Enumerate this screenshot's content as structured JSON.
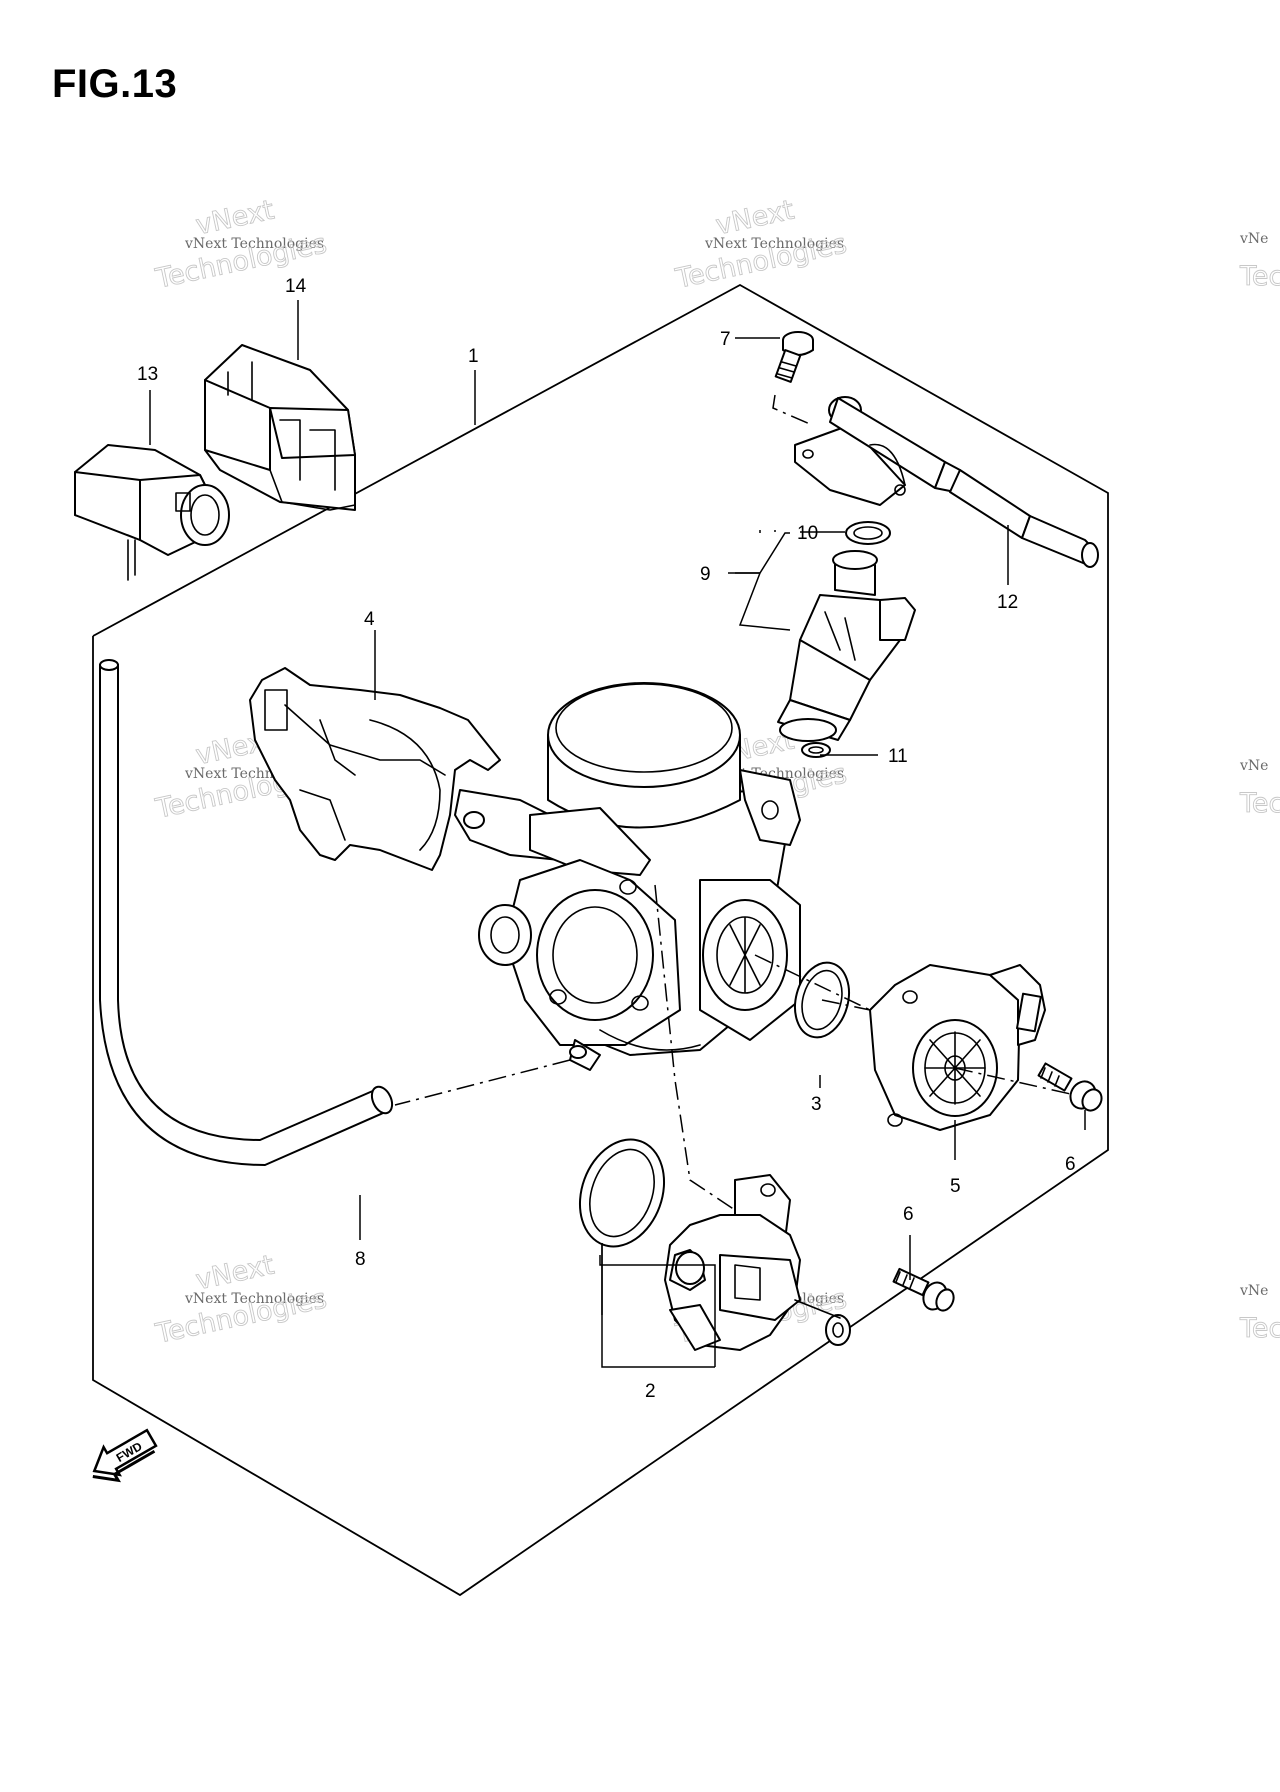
{
  "figure": {
    "title": "FIG.13"
  },
  "callouts": {
    "c1": "1",
    "c2": "2",
    "c3": "3",
    "c4": "4",
    "c5": "5",
    "c6a": "6",
    "c6b": "6",
    "c7": "7",
    "c8": "8",
    "c9": "9",
    "c10": "10",
    "c11": "11",
    "c12": "12",
    "c13": "13",
    "c14": "14"
  },
  "watermark": {
    "line1": "vNext",
    "line2": "vNext Technologies",
    "line3": "Technologies",
    "edge_line2": "vNe",
    "edge_line3": "Tec"
  },
  "direction_marker": {
    "label": "FWD"
  }
}
